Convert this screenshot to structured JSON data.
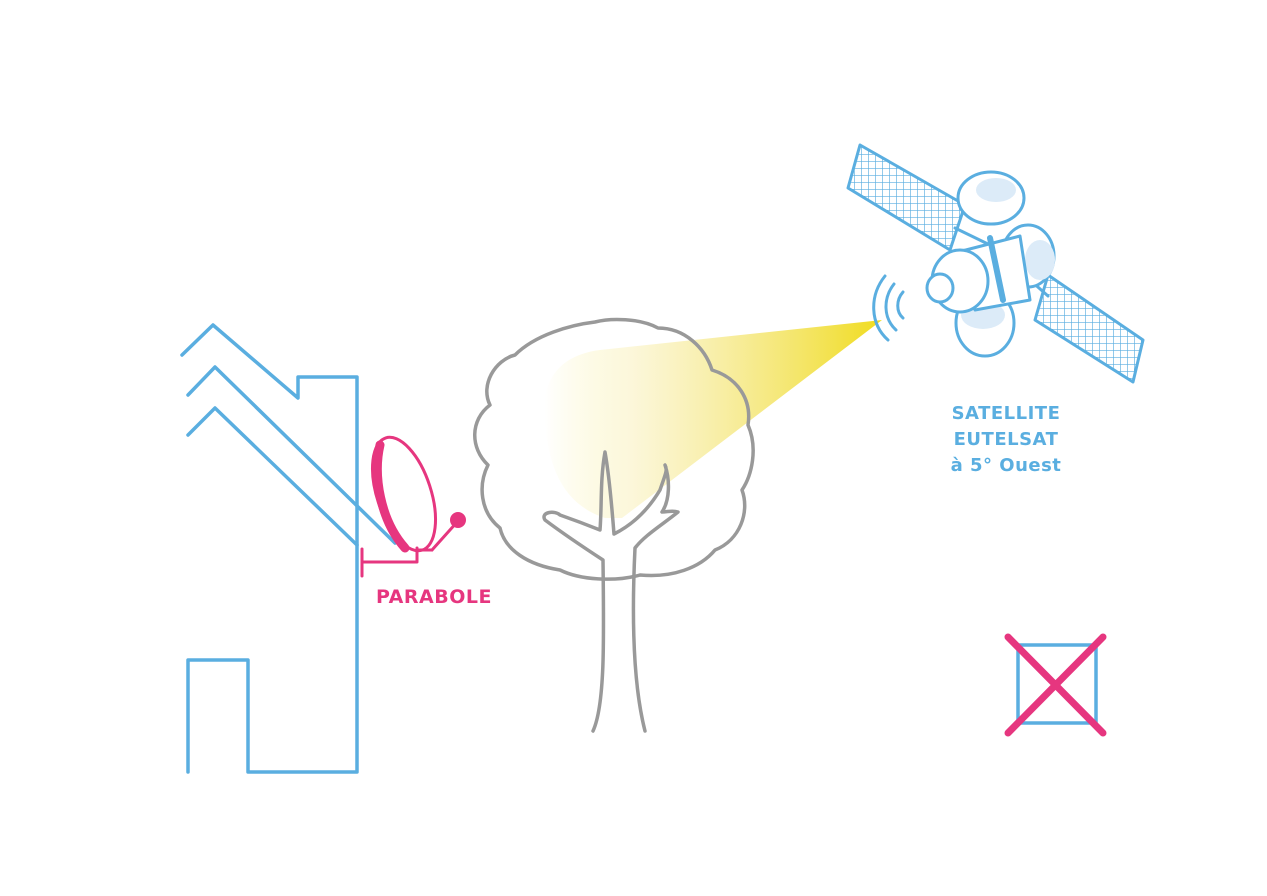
{
  "dish": {
    "label": "PARABOLE"
  },
  "satellite": {
    "line1": "SATELLITE",
    "line2": "EUTELSAT",
    "line3": "à 5° Ouest"
  },
  "icons": {
    "house": "house-outline-icon",
    "dish": "satellite-dish-icon",
    "tree": "tree-outline-icon",
    "satellite": "satellite-icon",
    "signal": "signal-waves-icon",
    "blocked": "blocked-cross-icon"
  },
  "colors": {
    "house": "#5aaee0",
    "dish": "#e6367f",
    "tree": "#999999",
    "beam": "#f0dc1e",
    "satellite": "#5aaee0",
    "satellite_fill": "#dcebf8",
    "cross": "#e6367f",
    "box": "#5aaee0"
  }
}
